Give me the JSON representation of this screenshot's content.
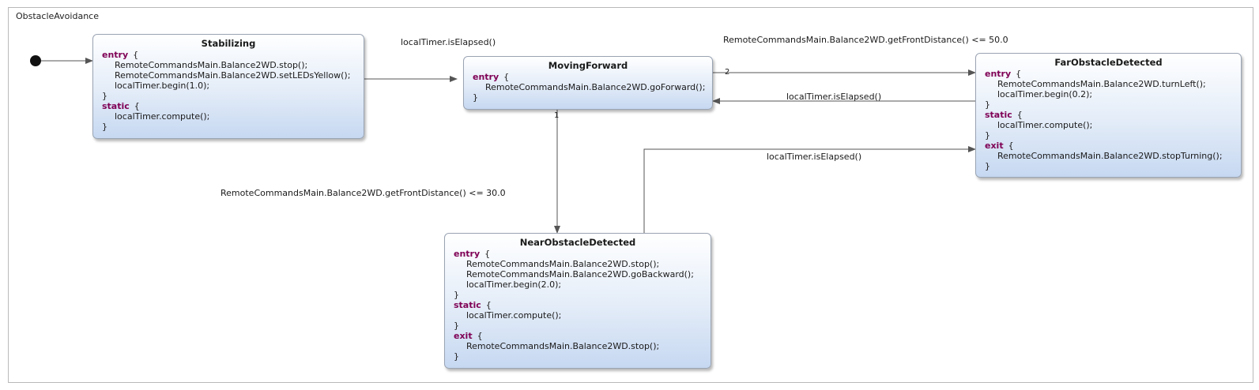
{
  "diagram": {
    "title": "ObstacleAvoidance",
    "accent_keyword_color": "#7f0055",
    "states": [
      {
        "name": "Stabilizing",
        "blocks": [
          {
            "keyword": "entry",
            "open": "{",
            "lines": [
              "RemoteCommandsMain.Balance2WD.stop();",
              "RemoteCommandsMain.Balance2WD.setLEDsYellow();",
              "localTimer.begin(1.0);"
            ],
            "close": "}"
          },
          {
            "keyword": "static",
            "open": "{",
            "lines": [
              "localTimer.compute();"
            ],
            "close": "}"
          }
        ]
      },
      {
        "name": "MovingForward",
        "blocks": [
          {
            "keyword": "entry",
            "open": "{",
            "lines": [
              "RemoteCommandsMain.Balance2WD.goForward();"
            ],
            "close": "}"
          }
        ]
      },
      {
        "name": "FarObstacleDetected",
        "blocks": [
          {
            "keyword": "entry",
            "open": "{",
            "lines": [
              "RemoteCommandsMain.Balance2WD.turnLeft();",
              "localTimer.begin(0.2);"
            ],
            "close": "}"
          },
          {
            "keyword": "static",
            "open": "{",
            "lines": [
              "localTimer.compute();"
            ],
            "close": "}"
          },
          {
            "keyword": "exit",
            "open": "{",
            "lines": [
              "RemoteCommandsMain.Balance2WD.stopTurning();"
            ],
            "close": "}"
          }
        ]
      },
      {
        "name": "NearObstacleDetected",
        "blocks": [
          {
            "keyword": "entry",
            "open": "{",
            "lines": [
              "RemoteCommandsMain.Balance2WD.stop();",
              "RemoteCommandsMain.Balance2WD.goBackward();",
              "localTimer.begin(2.0);"
            ],
            "close": "}"
          },
          {
            "keyword": "static",
            "open": "{",
            "lines": [
              "localTimer.compute();"
            ],
            "close": "}"
          },
          {
            "keyword": "exit",
            "open": "{",
            "lines": [
              "RemoteCommandsMain.Balance2WD.stop();"
            ],
            "close": "}"
          }
        ]
      }
    ],
    "transitions": [
      {
        "from": "Stabilizing",
        "to": "MovingForward",
        "label": "localTimer.isElapsed()",
        "priority": ""
      },
      {
        "from": "MovingForward",
        "to": "FarObstacleDetected",
        "label": "RemoteCommandsMain.Balance2WD.getFrontDistance() <= 50.0",
        "priority": "2"
      },
      {
        "from": "FarObstacleDetected",
        "to": "MovingForward",
        "label": "localTimer.isElapsed()",
        "priority": ""
      },
      {
        "from": "MovingForward",
        "to": "NearObstacleDetected",
        "label": "RemoteCommandsMain.Balance2WD.getFrontDistance() <= 30.0",
        "priority": "1"
      },
      {
        "from": "NearObstacleDetected",
        "to": "FarObstacleDetected",
        "label": "localTimer.isElapsed()",
        "priority": ""
      }
    ]
  }
}
